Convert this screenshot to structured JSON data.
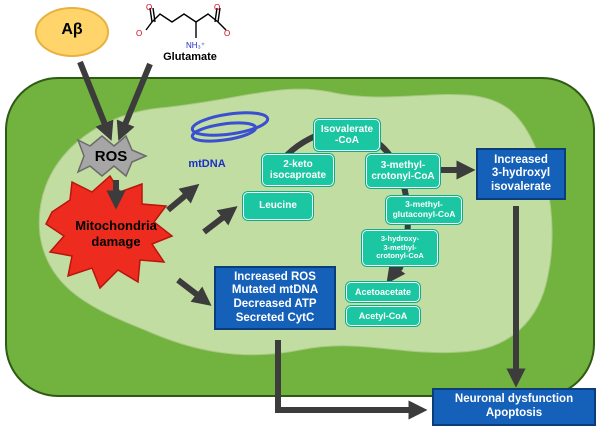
{
  "inputs": {
    "abeta": "Aβ",
    "glutamate": "Glutamate",
    "glutamate_charge_left": "O",
    "glutamate_charge_right": "O",
    "glutamate_amine": "NH₃⁺"
  },
  "ros": "ROS",
  "mtdna": "mtDNA",
  "mitochondria": [
    "Mitochondria",
    "damage"
  ],
  "pathway": {
    "isovalerate": [
      "Isovalerate",
      "-CoA"
    ],
    "ketoisocaproate": [
      "2-keto",
      "isocaproate"
    ],
    "leucine": "Leucine",
    "methylcrotonyl": [
      "3-methyl-",
      "crotonyl-CoA"
    ],
    "methylglutaconyl": [
      "3-methyl-",
      "glutaconyl-CoA"
    ],
    "hydroxymethyl": [
      "3-hydroxy-",
      "3-methyl-",
      "crotonyl-CoA"
    ],
    "acetoacetate": "Acetoacetate",
    "acetylcoa": "Acetyl-CoA"
  },
  "outcomes": {
    "hydroxyisovalerate": [
      "Increased",
      "3-hydroxyl",
      "isovalerate"
    ],
    "ros_effects": [
      "Increased ROS",
      "Mutated mtDNA",
      "Decreased ATP",
      "Secreted CytC"
    ],
    "neuronal": [
      "Neuronal dysfunction",
      "Apoptosis"
    ]
  },
  "colors": {
    "cell": "#72b33f",
    "mitochondrion": "#c2dda1",
    "teal": "#1bc6a2",
    "blue": "#1560b8",
    "ros_star": "#ee2b1f",
    "abeta_fill": "#ffd56b",
    "arrow": "#3c3c3c"
  }
}
